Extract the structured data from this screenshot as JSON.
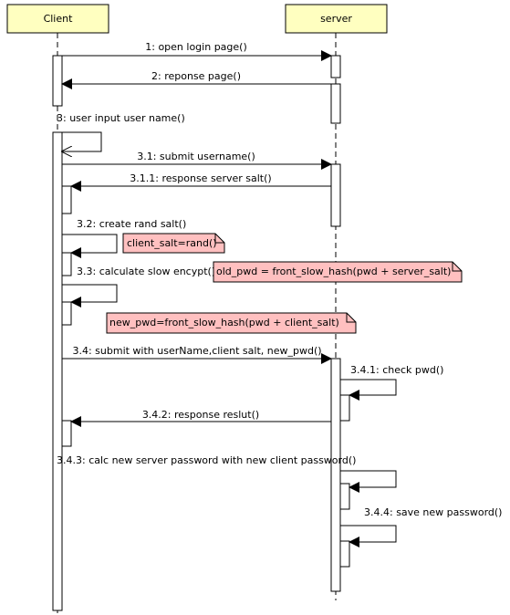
{
  "participants": {
    "client": "Client",
    "server": "server"
  },
  "messages": {
    "m1": "1: open login page()",
    "m2": "2: reponse page()",
    "m3": "3: user input user name()",
    "m31": "3.1: submit  username()",
    "m311": "3.1.1: response server salt()",
    "m32": "3.2: create rand salt()",
    "m33": "3.3: calculate slow encypt()",
    "m34": "3.4: submit with userName,client salt, new_pwd()",
    "m341": "3.4.1: check pwd()",
    "m342": "3.4.2: response reslut()",
    "m343": "3.4.3: calc new server password with new client password()",
    "m344": "3.4.4: save new password()"
  },
  "notes": {
    "n1": "client_salt=rand()",
    "n2": "old_pwd = front_slow_hash(pwd + server_salt)",
    "n3": "new_pwd=front_slow_hash(pwd + client_salt)"
  },
  "colors": {
    "participant_fill": "#ffffc0",
    "note_fill": "#ffc0c0",
    "activation_fill": "#ffffff",
    "line": "#000000"
  }
}
